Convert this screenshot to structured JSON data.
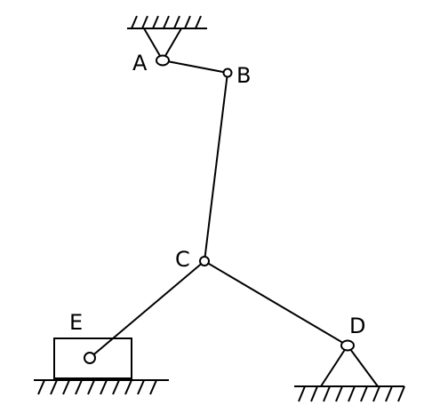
{
  "diagram": {
    "labels": {
      "A": "A",
      "B": "B",
      "C": "C",
      "D": "D",
      "E": "E"
    },
    "colors": {
      "line": "#000000",
      "background": "#ffffff"
    }
  }
}
